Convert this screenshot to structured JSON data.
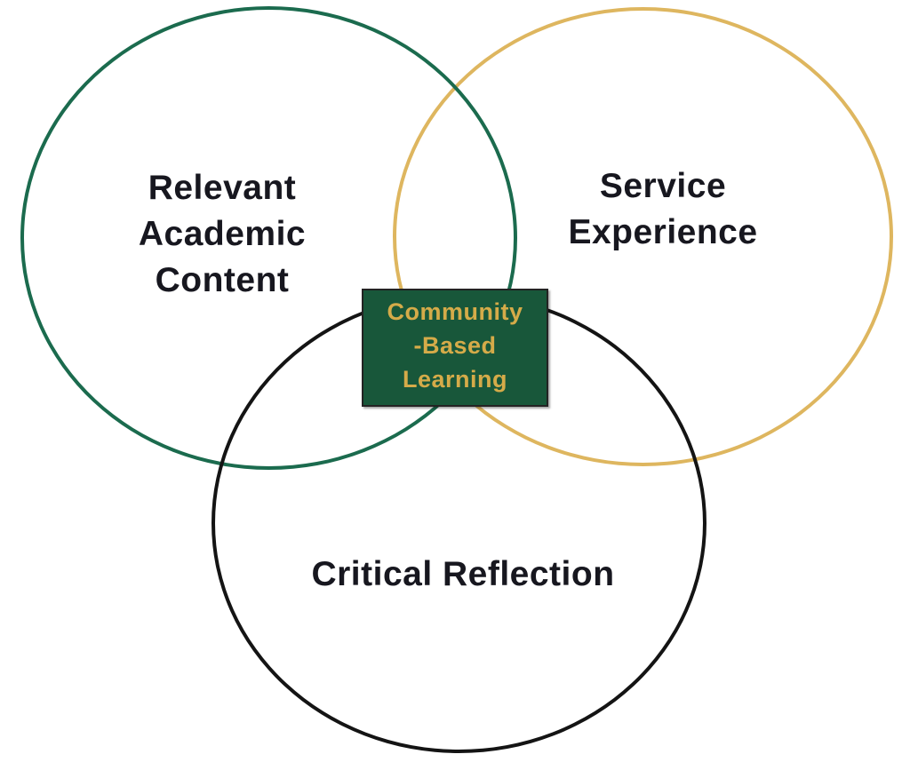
{
  "venn": {
    "type": "venn-diagram",
    "background_color": "#FFFFFF",
    "label_text_color": "#17171F",
    "sets": [
      {
        "id": "relevant-academic-content",
        "lines": [
          "Relevant",
          "Academic",
          "Content"
        ],
        "stroke_color": "#1B6B4E"
      },
      {
        "id": "service-experience",
        "lines": [
          "Service",
          "Experience"
        ],
        "stroke_color": "#DEB65F"
      },
      {
        "id": "critical-reflection",
        "lines": [
          "Critical Reflection"
        ],
        "stroke_color": "#141414"
      }
    ],
    "intersection": {
      "id": "community-based-learning",
      "lines": [
        "Community",
        "-Based",
        "Learning"
      ],
      "background_color": "#18573A",
      "text_color": "#D5AB49",
      "border_color": "#232323"
    }
  }
}
